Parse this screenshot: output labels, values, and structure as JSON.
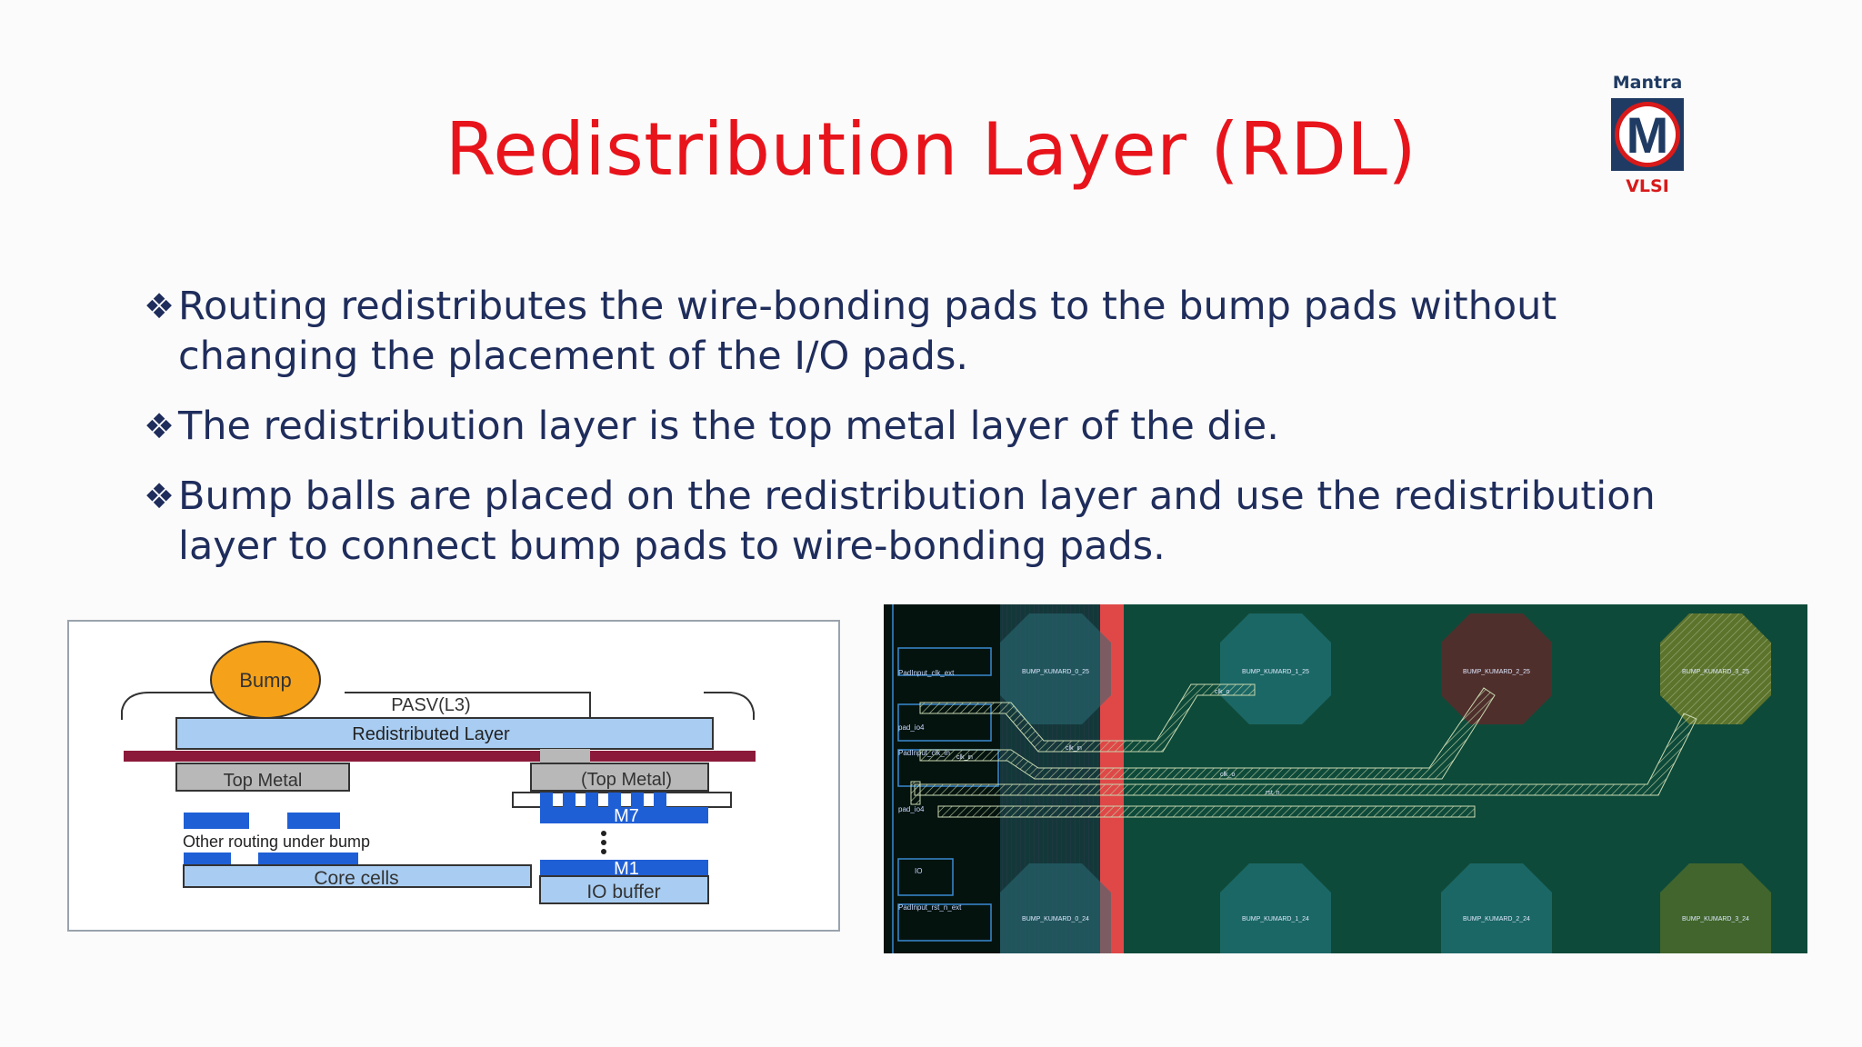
{
  "slide": {
    "title": "Redistribution Layer (RDL)",
    "logo": {
      "top_text": "Mantra",
      "letter": "M",
      "bottom_text": "VLSI"
    },
    "bullet_symbol": "❖",
    "bullets": [
      "Routing redistributes the wire-bonding pads to the bump pads without changing the placement of the I/O pads.",
      "The redistribution layer is the top metal layer of the die.",
      "Bump balls are placed on the redistribution layer and use the redistribution layer to connect bump pads to wire-bonding pads."
    ]
  },
  "cross_section": {
    "bump": "Bump",
    "pasv": "PASV(L3)",
    "rdl": "Redistributed Layer",
    "top_metal_left": "Top Metal",
    "top_metal_right": "(Top Metal)",
    "m7": "M7",
    "m1": "M1",
    "other_routing": "Other routing under bump",
    "core_cells": "Core cells",
    "io_buffer": "IO buffer"
  },
  "layout_view": {
    "bump_labels_top": [
      "BUMP_KUMARD_0_25",
      "BUMP_KUMARD_1_25",
      "BUMP_KUMARD_2_25",
      "BUMP_KUMARD_3_25"
    ],
    "bump_labels_bottom": [
      "BUMP_KUMARD_0_24",
      "BUMP_KUMARD_1_24",
      "BUMP_KUMARD_2_24",
      "BUMP_KUMARD_3_24"
    ],
    "net_labels": [
      "clk_o",
      "clk_in",
      "clk_in",
      "clk_o",
      "rst_n"
    ],
    "pin_labels": [
      "PadInput_clk_ext",
      "pad_io4",
      "PadInput_clk_in",
      "pad_io4",
      "IO",
      "PadInput_rst_n_ext"
    ]
  },
  "colors": {
    "title": "#e8141c",
    "bullet_text": "#1f2d5c",
    "rdl_blue": "#a9cdf2",
    "metal_blue": "#1f5fd6",
    "maroon_bar": "#8b1a3a",
    "bump_orange": "#f5a21a",
    "layout_bg": "#0e4a3a",
    "layout_red_strip": "#e04848"
  }
}
